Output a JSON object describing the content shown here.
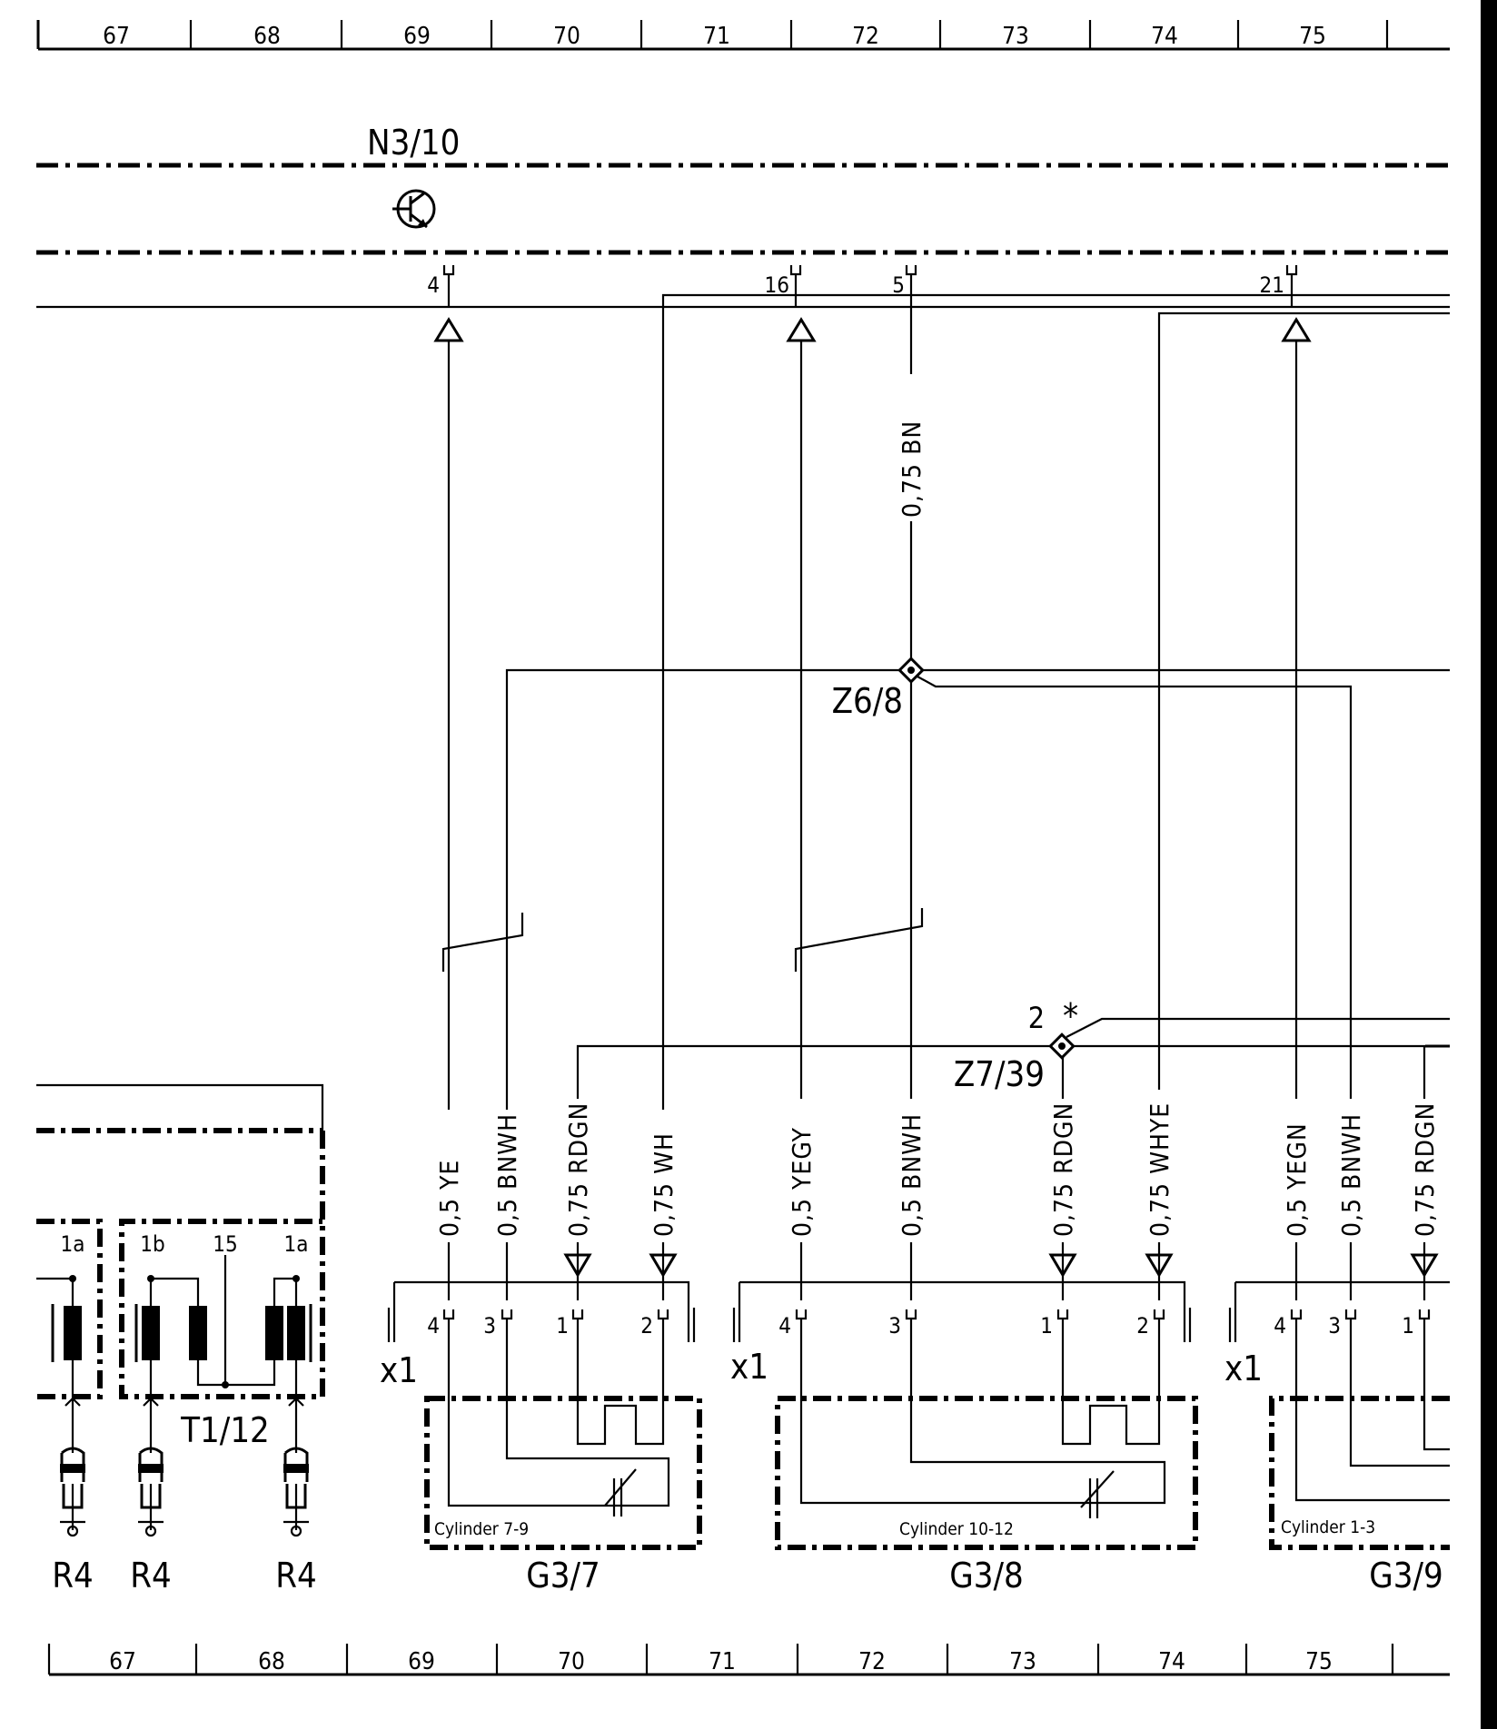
{
  "grid_ruler": {
    "columns": [
      "67",
      "68",
      "69",
      "70",
      "71",
      "72",
      "73",
      "74",
      "75"
    ]
  },
  "components": {
    "control_unit": "N3/10",
    "splice_z6": "Z6/8",
    "splice_z7": "Z7/39",
    "splice_z7_pin": "2",
    "splice_z7_marker": "*",
    "transformer": "T1/12",
    "resistor_label": "R4",
    "connector_label": "x1"
  },
  "control_unit_pins": [
    "4",
    "16",
    "5",
    "21"
  ],
  "upper_wire": "0,75 BN",
  "transformer_terminals": [
    "1a",
    "1b",
    "15",
    "1a"
  ],
  "sensors": [
    {
      "name": "G3/7",
      "caption": "Cylinder 7-9",
      "wires": [
        "0,5 YE",
        "0,5 BNWH",
        "0,75 RDGN",
        "0,75 WH"
      ],
      "pins": [
        "4",
        "3",
        "1",
        "2"
      ]
    },
    {
      "name": "G3/8",
      "caption": "Cylinder 10-12",
      "wires": [
        "0,5 YEGY",
        "0,5 BNWH",
        "0,75 RDGN",
        "0,75 WHYE"
      ],
      "pins": [
        "4",
        "3",
        "1",
        "2"
      ]
    },
    {
      "name": "G3/9",
      "caption": "Cylinder 1-3",
      "wires": [
        "0,5 YEGN",
        "0,5 BNWH",
        "0,75 RDGN"
      ],
      "pins": [
        "4",
        "3",
        "1"
      ]
    }
  ]
}
